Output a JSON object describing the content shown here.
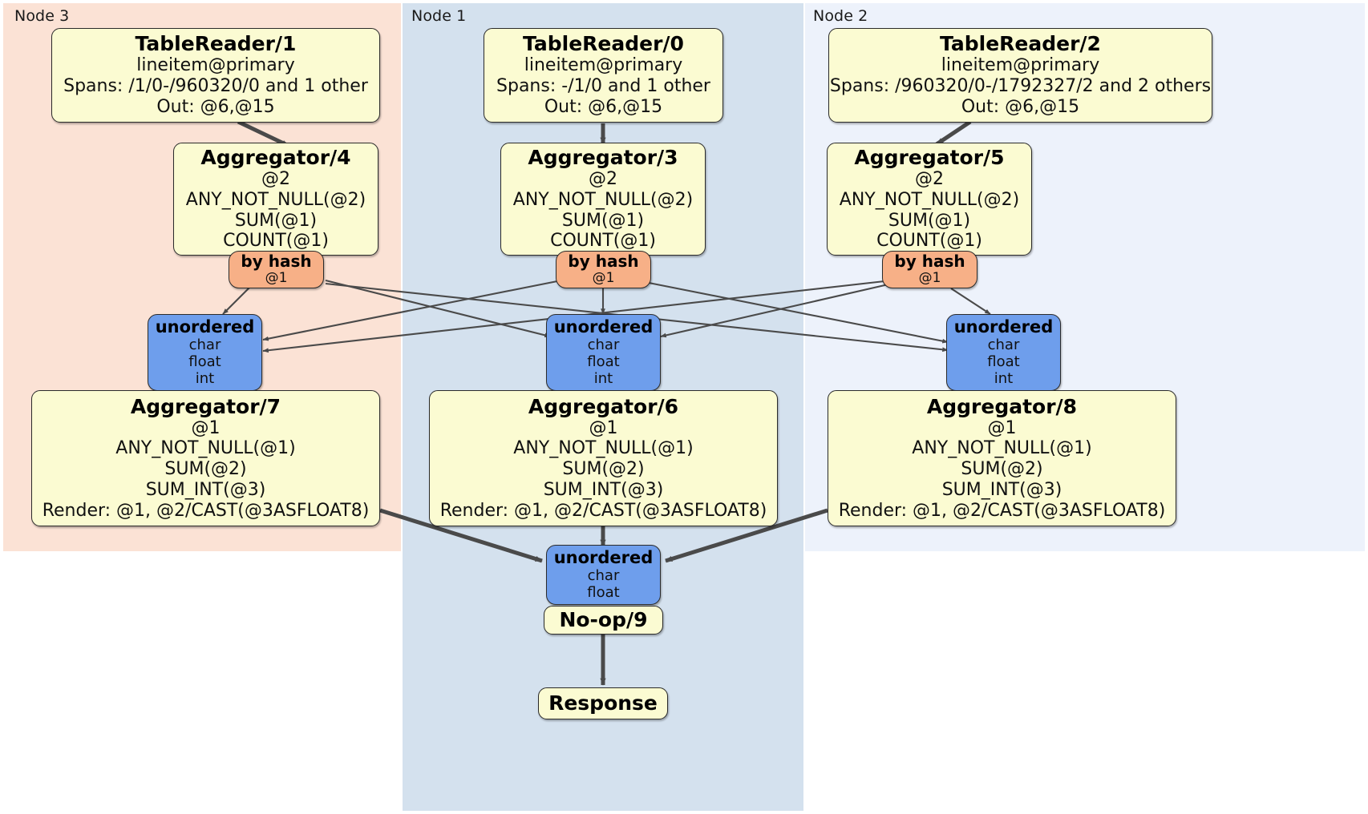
{
  "diagram": {
    "type": "distributed-query-plan",
    "title": "",
    "colors": {
      "node3_panel": "#fbe2d5",
      "node1_panel": "#d4e1ee",
      "node2_panel": "#edf2fb",
      "processor_fill": "#fbfbd2",
      "router_fill": "#f7b087",
      "sync_fill": "#6e9eec",
      "edge": "#4a4a4a",
      "border": "#2b2b2b"
    }
  },
  "panels": [
    {
      "id": "node3",
      "label": "Node 3"
    },
    {
      "id": "node1",
      "label": "Node 1"
    },
    {
      "id": "node2",
      "label": "Node 2"
    }
  ],
  "nodes": {
    "tablereader_1": {
      "title": "TableReader/1",
      "lines": [
        "lineitem@primary",
        "Spans: /1/0-/960320/0 and 1 other",
        "Out: @6,@15"
      ]
    },
    "tablereader_0": {
      "title": "TableReader/0",
      "lines": [
        "lineitem@primary",
        "Spans: -/1/0 and 1 other",
        "Out: @6,@15"
      ]
    },
    "tablereader_2": {
      "title": "TableReader/2",
      "lines": [
        "lineitem@primary",
        "Spans: /960320/0-/1792327/2 and 2 others",
        "Out: @6,@15"
      ]
    },
    "aggregator_4": {
      "title": "Aggregator/4",
      "lines": [
        "@2",
        "ANY_NOT_NULL(@2)",
        "SUM(@1)",
        "COUNT(@1)"
      ]
    },
    "aggregator_3": {
      "title": "Aggregator/3",
      "lines": [
        "@2",
        "ANY_NOT_NULL(@2)",
        "SUM(@1)",
        "COUNT(@1)"
      ]
    },
    "aggregator_5": {
      "title": "Aggregator/5",
      "lines": [
        "@2",
        "ANY_NOT_NULL(@2)",
        "SUM(@1)",
        "COUNT(@1)"
      ]
    },
    "byhash_left": {
      "title": "by hash",
      "lines": [
        "@1"
      ]
    },
    "byhash_center": {
      "title": "by hash",
      "lines": [
        "@1"
      ]
    },
    "byhash_right": {
      "title": "by hash",
      "lines": [
        "@1"
      ]
    },
    "unordered_left": {
      "title": "unordered",
      "lines": [
        "char",
        "float",
        "int"
      ]
    },
    "unordered_center": {
      "title": "unordered",
      "lines": [
        "char",
        "float",
        "int"
      ]
    },
    "unordered_right": {
      "title": "unordered",
      "lines": [
        "char",
        "float",
        "int"
      ]
    },
    "aggregator_7": {
      "title": "Aggregator/7",
      "lines": [
        "@1",
        "ANY_NOT_NULL(@1)",
        "SUM(@2)",
        "SUM_INT(@3)",
        "Render: @1, @2/CAST(@3ASFLOAT8)"
      ]
    },
    "aggregator_6": {
      "title": "Aggregator/6",
      "lines": [
        "@1",
        "ANY_NOT_NULL(@1)",
        "SUM(@2)",
        "SUM_INT(@3)",
        "Render: @1, @2/CAST(@3ASFLOAT8)"
      ]
    },
    "aggregator_8": {
      "title": "Aggregator/8",
      "lines": [
        "@1",
        "ANY_NOT_NULL(@1)",
        "SUM(@2)",
        "SUM_INT(@3)",
        "Render: @1, @2/CAST(@3ASFLOAT8)"
      ]
    },
    "unordered_final": {
      "title": "unordered",
      "lines": [
        "char",
        "float"
      ]
    },
    "noop_9": {
      "title": "No-op/9",
      "lines": []
    },
    "response": {
      "title": "Response",
      "lines": []
    }
  }
}
